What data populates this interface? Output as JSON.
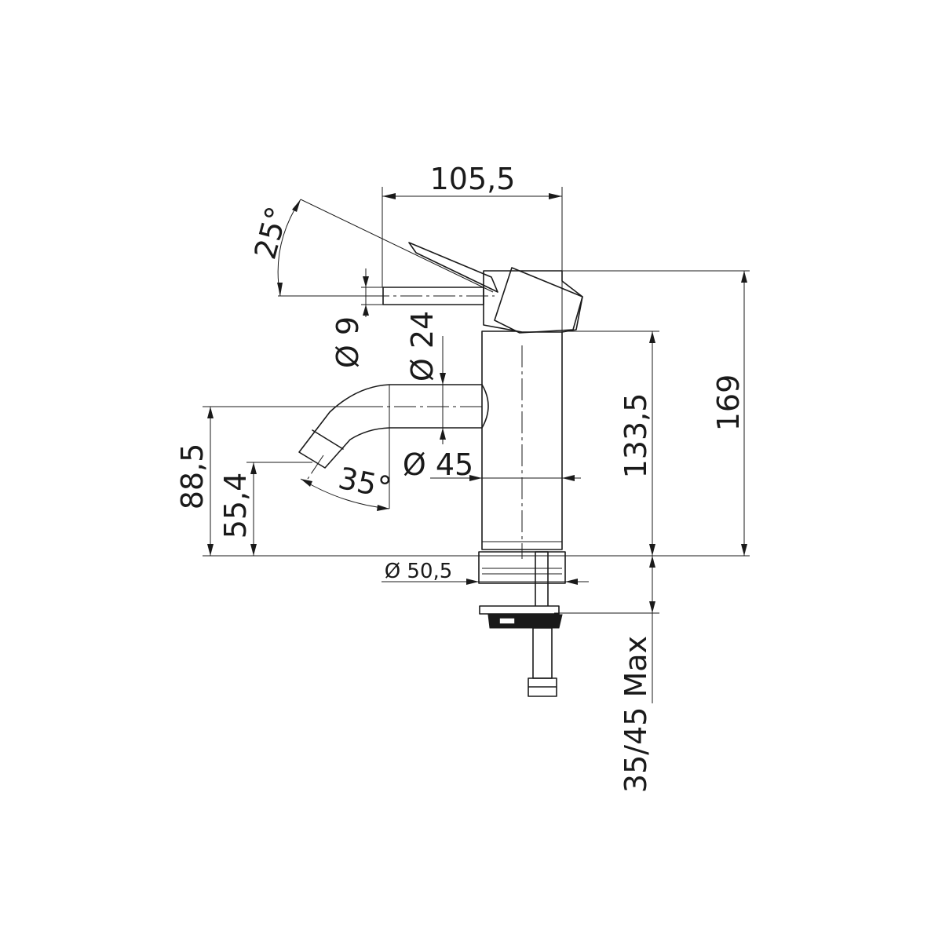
{
  "drawing": {
    "line_color": "#1a1a1a",
    "background_color": "#ffffff"
  },
  "dimensions": {
    "overall_width": "105,5",
    "lever_angle": "25°",
    "lever_diameter": "Ø 9",
    "spout_diameter": "Ø 24",
    "body_diameter": "Ø 45",
    "spout_angle": "35°",
    "spout_height": "88,5",
    "outlet_height": "55,4",
    "base_height": "133,5",
    "total_height": "169",
    "base_diameter": "Ø 50,5",
    "deck_thickness": "35/45 Max"
  }
}
